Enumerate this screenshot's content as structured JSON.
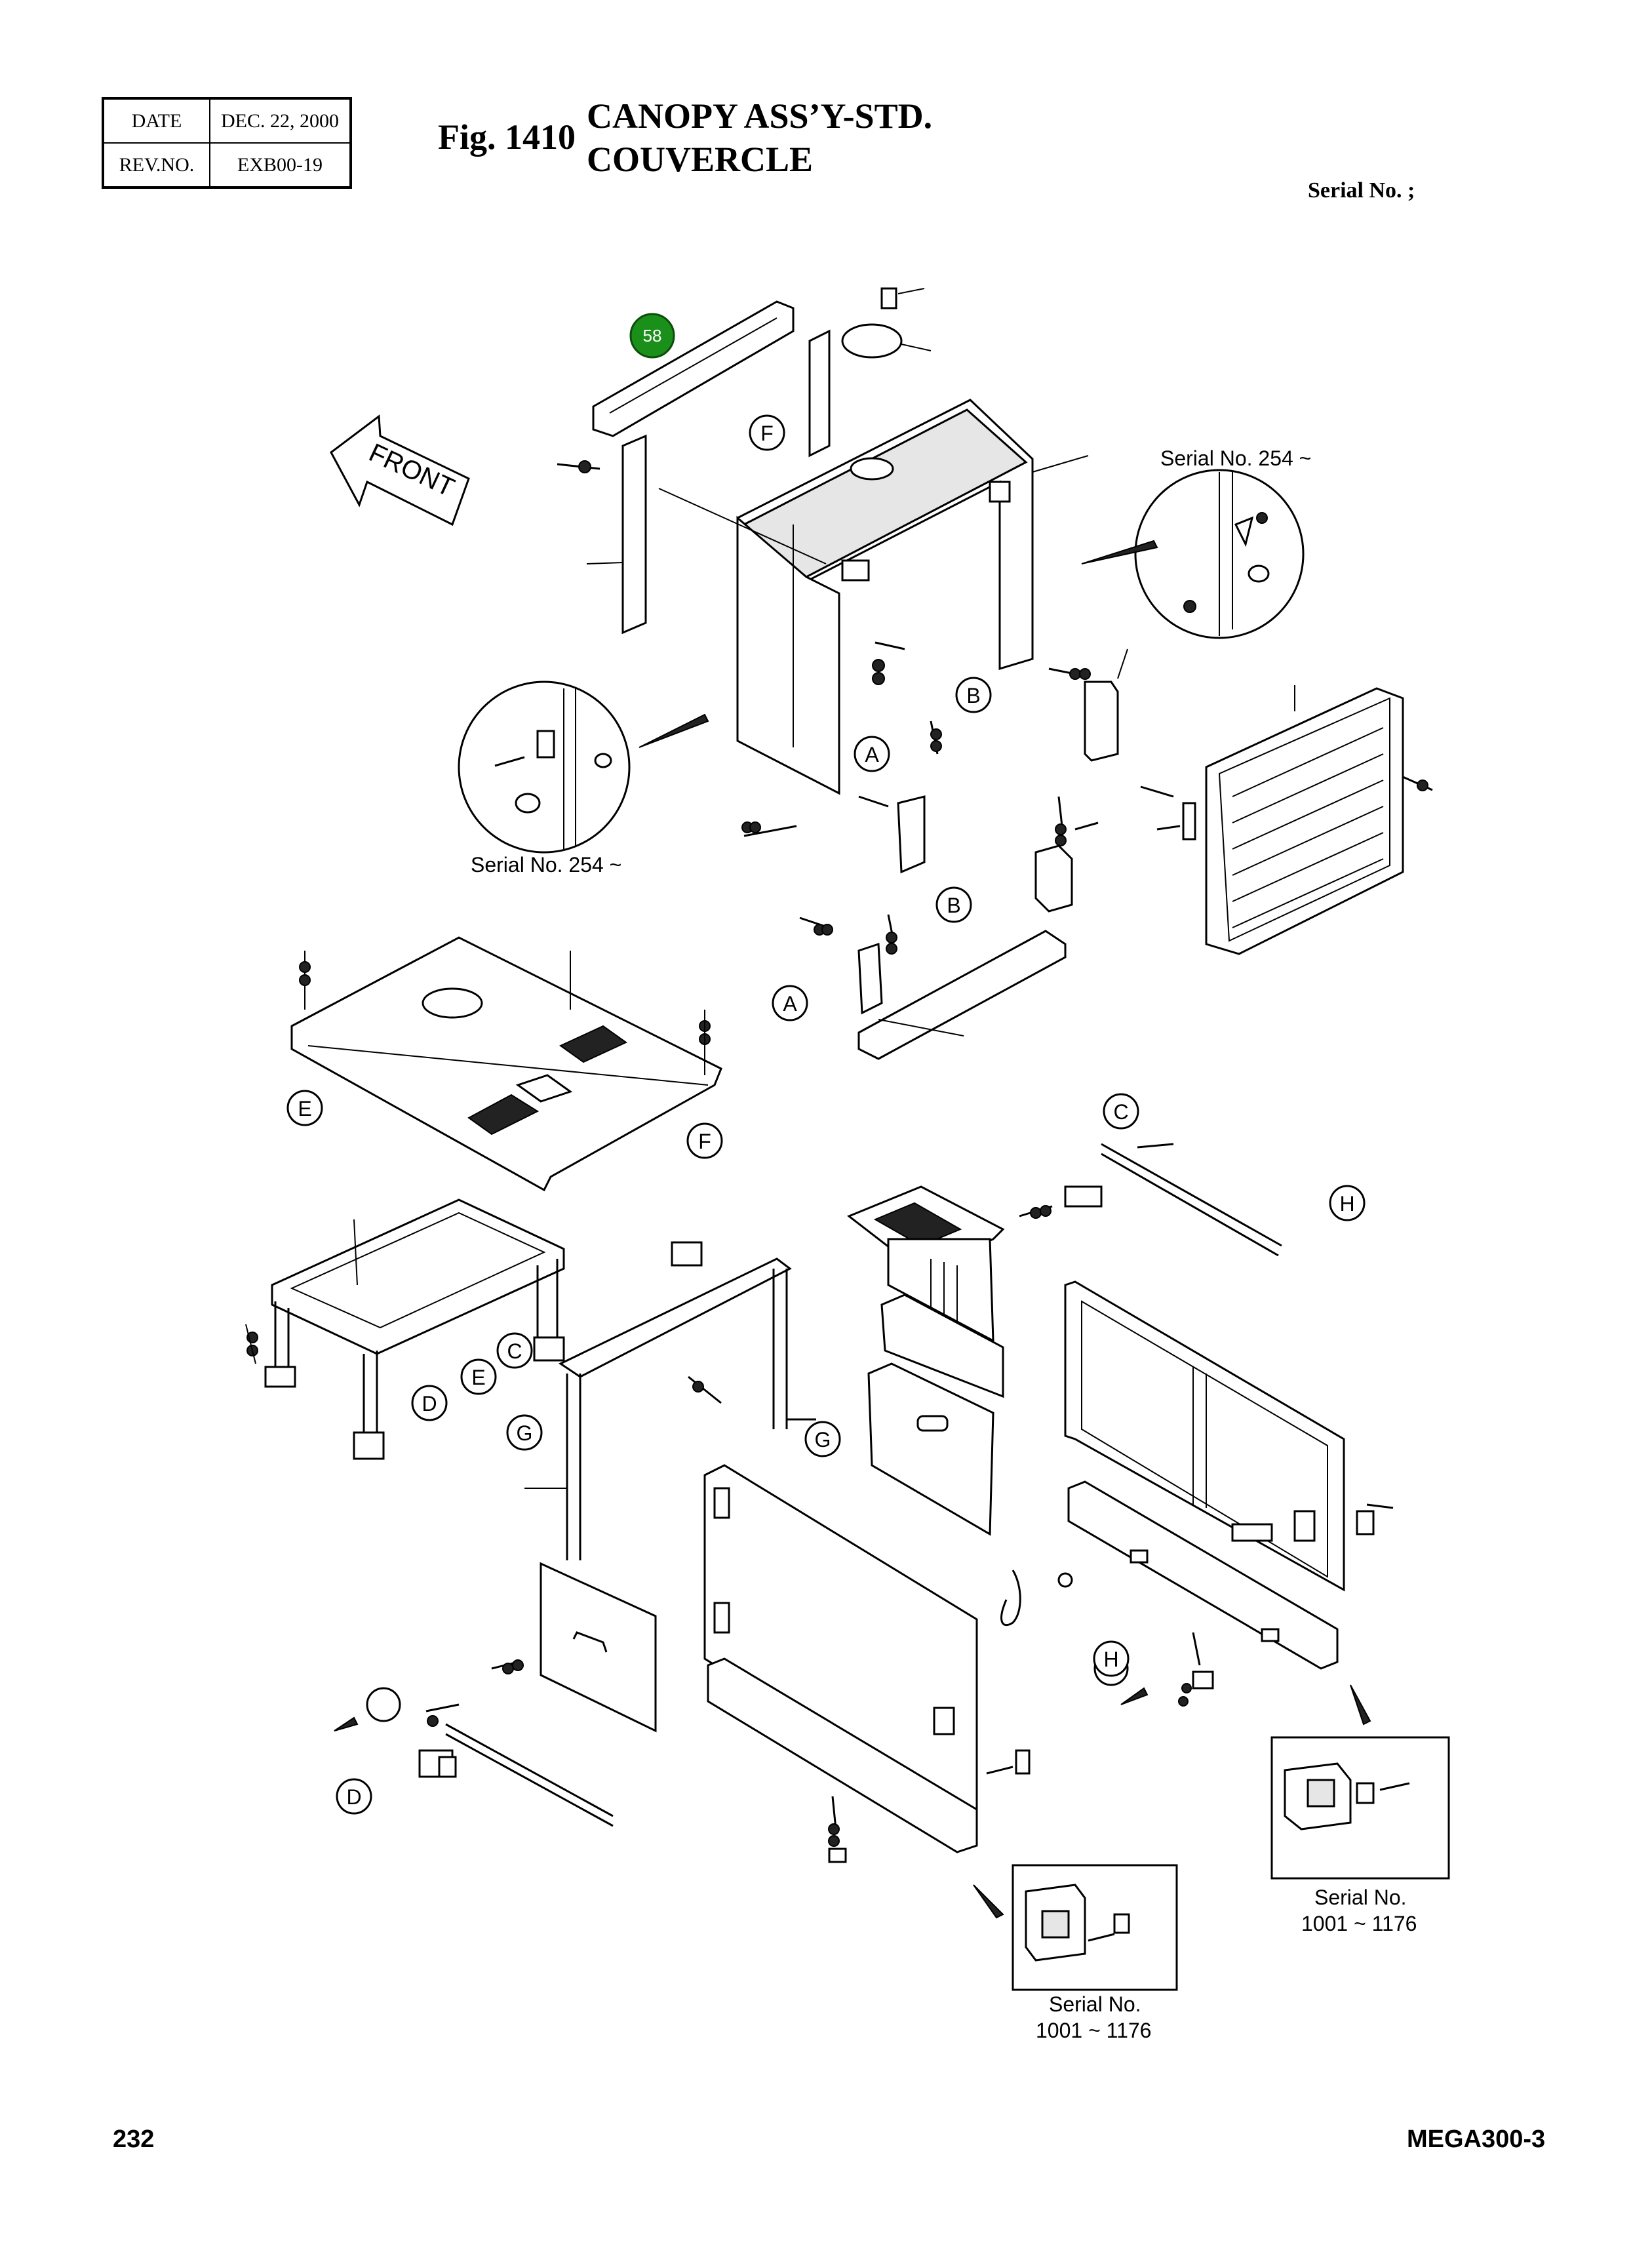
{
  "header": {
    "date_label": "DATE",
    "date_value": "DEC. 22, 2000",
    "rev_label": "REV.NO.",
    "rev_value": "EXB00-19"
  },
  "figure": {
    "number": "Fig. 1410",
    "title_line1": "CANOPY ASS’Y-STD.",
    "title_line2": "COUVERCLE",
    "serial_label": "Serial No. ;"
  },
  "diagram": {
    "front_label": "FRONT",
    "callouts": {
      "A": "A",
      "B": "B",
      "C": "C",
      "D": "D",
      "E": "E",
      "F": "F",
      "G": "G",
      "H": "H"
    },
    "marker_label": "58",
    "notes": {
      "serial_254_right": "Serial No. 254 ~",
      "serial_254_left": "Serial No. 254 ~",
      "serial_1001_right_line1": "Serial No.",
      "serial_1001_right_line2": "1001 ~ 1176",
      "serial_1001_bottom_line1": "Serial No.",
      "serial_1001_bottom_line2": "1001 ~ 1176"
    }
  },
  "footer": {
    "page_number": "232",
    "model": "MEGA300-3"
  }
}
